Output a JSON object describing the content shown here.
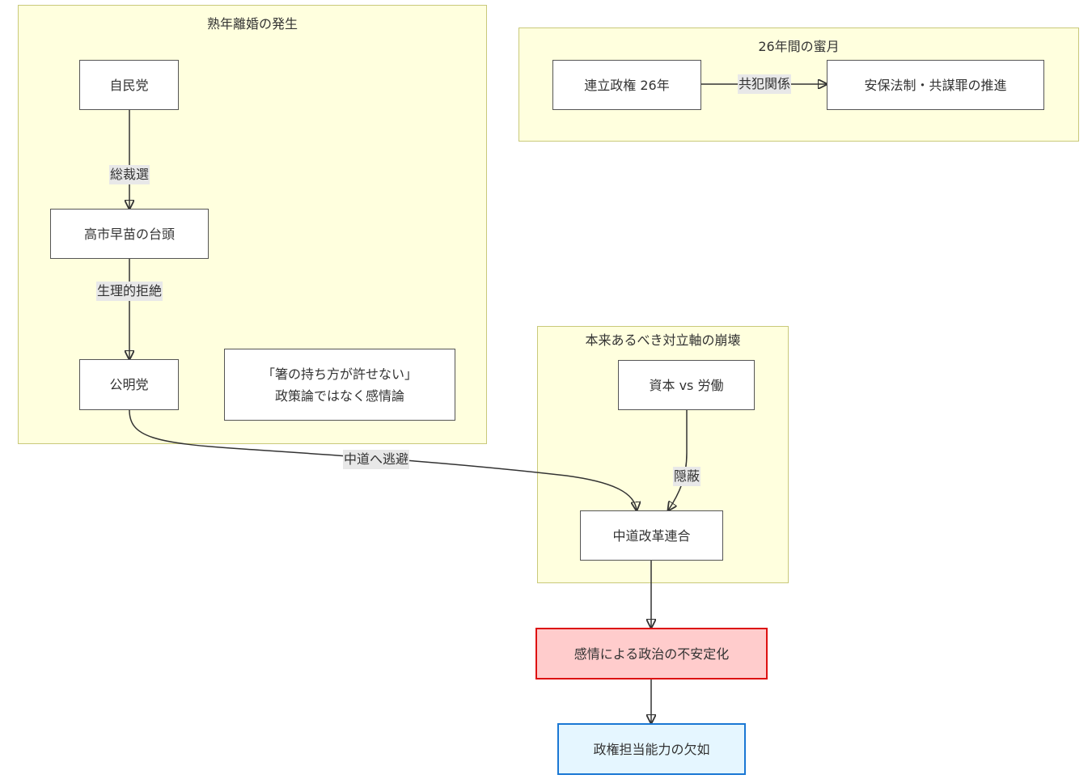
{
  "clusters": {
    "divorce": {
      "title": "熟年離婚の発生"
    },
    "honeymoon": {
      "title": "26年間の蜜月"
    },
    "axis": {
      "title": "本来あるべき対立軸の崩壊"
    }
  },
  "nodes": {
    "ldp": "自民党",
    "takaichi": "高市早苗の台頭",
    "komeito": "公明党",
    "note_line1": "「箸の持ち方が許せない」",
    "note_line2": "政策論ではなく感情論",
    "coalition": "連立政権 26年",
    "security": "安保法制・共謀罪の推進",
    "capital_labor": "資本 vs 労働",
    "centrist": "中道改革連合",
    "instability": "感情による政治の不安定化",
    "incapacity": "政権担当能力の欠如"
  },
  "edges": {
    "ldp_takaichi": "総裁選",
    "takaichi_komeito": "生理的拒絶",
    "komeito_centrist": "中道へ逃避",
    "coalition_security": "共犯関係",
    "capital_centrist": "隠蔽"
  },
  "colors": {
    "cluster_fill": "#ffffde",
    "cluster_border": "#c9c97a",
    "danger_fill": "#ffcccc",
    "danger_border": "#dd1111",
    "result_fill": "#e5f6ff",
    "result_border": "#1a77d4",
    "edge_label_bg": "#e8e8e8"
  }
}
